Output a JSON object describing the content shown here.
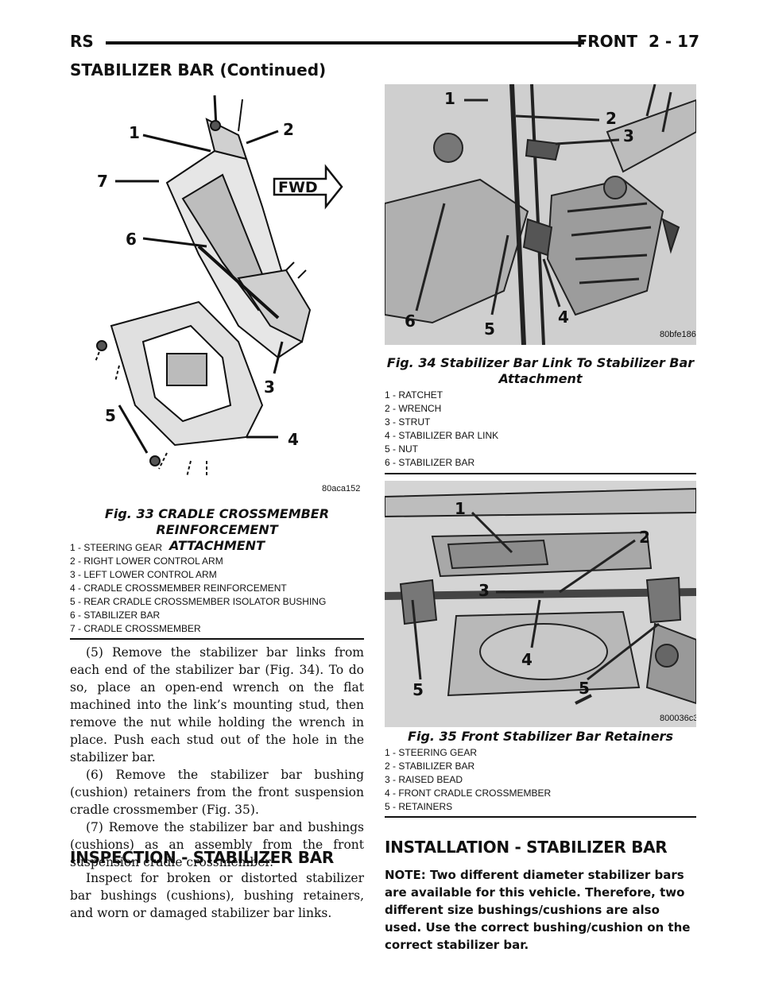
{
  "header": {
    "left": "RS",
    "section": "FRONT",
    "page": "2 - 17"
  },
  "section_title": "STABILIZER BAR (Continued)",
  "fig33": {
    "code": "80aca152",
    "fwd": "FWD",
    "caption_line1": "Fig. 33 CRADLE CROSSMEMBER REINFORCEMENT",
    "caption_line2": "ATTACHMENT",
    "callouts": [
      "1",
      "2",
      "7",
      "6",
      "3",
      "5",
      "4"
    ],
    "legend": [
      "1 - STEERING GEAR",
      "2 - RIGHT LOWER CONTROL ARM",
      "3 - LEFT LOWER CONTROL ARM",
      "4 - CRADLE CROSSMEMBER REINFORCEMENT",
      "5 - REAR CRADLE CROSSMEMBER ISOLATOR BUSHING",
      "6 - STABILIZER BAR",
      "7 - CRADLE CROSSMEMBER"
    ]
  },
  "fig34": {
    "code": "80bfe186",
    "caption_line1": "Fig. 34 Stabilizer Bar Link To Stabilizer Bar",
    "caption_line2": "Attachment",
    "callouts": [
      "1",
      "2",
      "3",
      "4",
      "5",
      "6"
    ],
    "legend": [
      "1 - RATCHET",
      "2 - WRENCH",
      "3 - STRUT",
      "4 - STABILIZER BAR LINK",
      "5 - NUT",
      "6 - STABILIZER BAR"
    ]
  },
  "fig35": {
    "code": "800036c3",
    "caption": "Fig. 35 Front Stabilizer Bar Retainers",
    "callouts": [
      "1",
      "2",
      "3",
      "4",
      "5",
      "5"
    ],
    "legend": [
      "1 - STEERING GEAR",
      "2 - STABILIZER BAR",
      "3 - RAISED BEAD",
      "4 - FRONT CRADLE CROSSMEMBER",
      "5 - RETAINERS"
    ]
  },
  "body": {
    "steps": [
      "(5) Remove the stabilizer bar links from each end of the stabilizer bar (Fig. 34). To do so, place an open-end wrench on the flat machined into the link’s mounting stud, then remove the nut while holding the wrench in place. Push each stud out of the hole in the stabilizer bar.",
      "(6) Remove the stabilizer bar bushing (cushion) retainers from the front suspension cradle crossmember (Fig. 35).",
      "(7) Remove the stabilizer bar and bushings (cushions) as an assembly from the front suspension cradle crossmember."
    ],
    "inspection_heading": "INSPECTION - STABILIZER BAR",
    "inspection_text": "Inspect for broken or distorted stabilizer bar bushings (cushions), bushing retainers, and worn or damaged stabilizer bar links.",
    "installation_heading": "INSTALLATION - STABILIZER BAR",
    "note": "NOTE: Two different diameter stabilizer bars are available for this vehicle. Therefore, two different size bushings/cushions are also used. Use the correct bushing/cushion on the correct stabilizer bar."
  }
}
